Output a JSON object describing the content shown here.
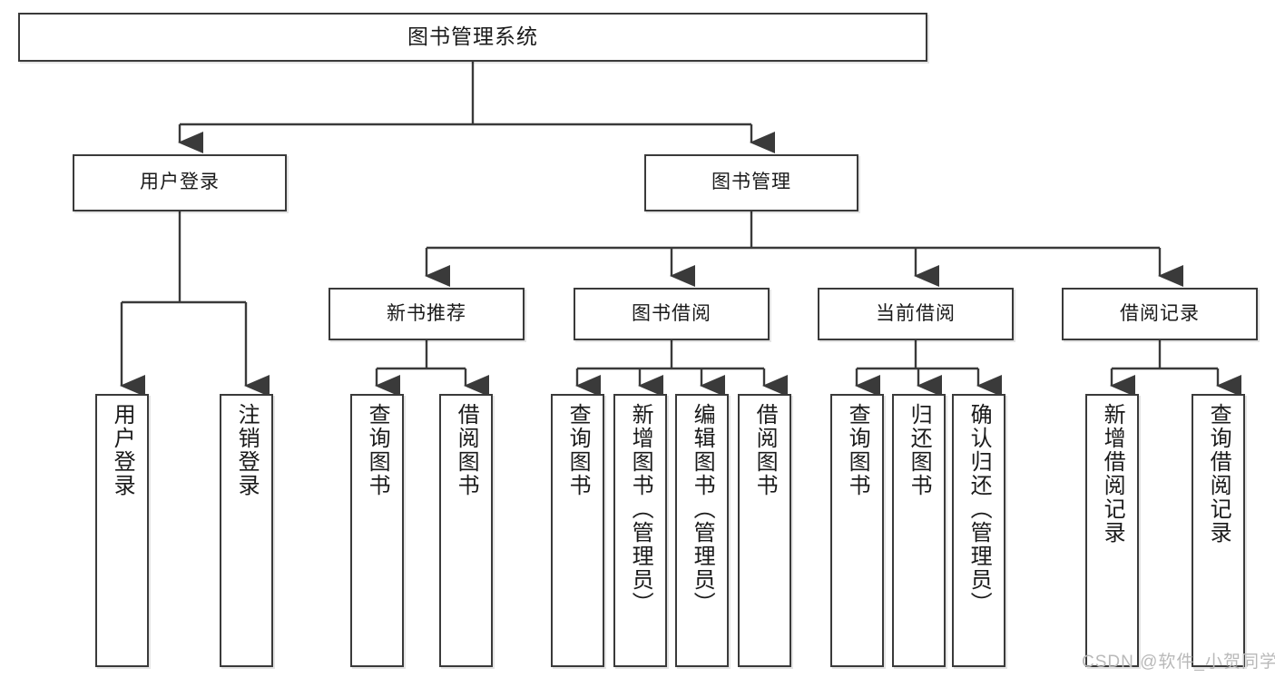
{
  "diagram": {
    "title": "图书管理系统",
    "type": "tree",
    "watermark": "CSDN @软件_小贺同学",
    "colors": {
      "border": "#3a3a3a",
      "background": "#ffffff",
      "text": "#1a1a1a",
      "watermark": "#b9b9b9"
    }
  },
  "nodes": {
    "root": {
      "label": "图书管理系统"
    },
    "level2": [
      {
        "id": "user-login",
        "label": "用户登录"
      },
      {
        "id": "book-management",
        "label": "图书管理"
      }
    ],
    "level3": [
      {
        "id": "new-book-recommend",
        "label": "新书推荐"
      },
      {
        "id": "book-borrow",
        "label": "图书借阅"
      },
      {
        "id": "current-borrow",
        "label": "当前借阅"
      },
      {
        "id": "borrow-record",
        "label": "借阅记录"
      }
    ],
    "leaves": [
      {
        "id": "leaf-user-login",
        "label": "用户登录",
        "parent": "user-login"
      },
      {
        "id": "leaf-logout",
        "label": "注销登录",
        "parent": "user-login"
      },
      {
        "id": "leaf-query-book-1",
        "label": "查询图书",
        "parent": "new-book-recommend"
      },
      {
        "id": "leaf-borrow-book-1",
        "label": "借阅图书",
        "parent": "new-book-recommend"
      },
      {
        "id": "leaf-query-book-2",
        "label": "查询图书",
        "parent": "book-borrow"
      },
      {
        "id": "leaf-add-book",
        "label": "新增图书（管理员）",
        "parent": "book-borrow"
      },
      {
        "id": "leaf-edit-book",
        "label": "编辑图书（管理员）",
        "parent": "book-borrow"
      },
      {
        "id": "leaf-borrow-book-2",
        "label": "借阅图书",
        "parent": "book-borrow"
      },
      {
        "id": "leaf-query-book-3",
        "label": "查询图书",
        "parent": "current-borrow"
      },
      {
        "id": "leaf-return-book",
        "label": "归还图书",
        "parent": "current-borrow"
      },
      {
        "id": "leaf-confirm-return",
        "label": "确认归还（管理员）",
        "parent": "current-borrow"
      },
      {
        "id": "leaf-add-record",
        "label": "新增借阅记录",
        "parent": "borrow-record"
      },
      {
        "id": "leaf-query-record",
        "label": "查询借阅记录",
        "parent": "borrow-record"
      }
    ]
  }
}
